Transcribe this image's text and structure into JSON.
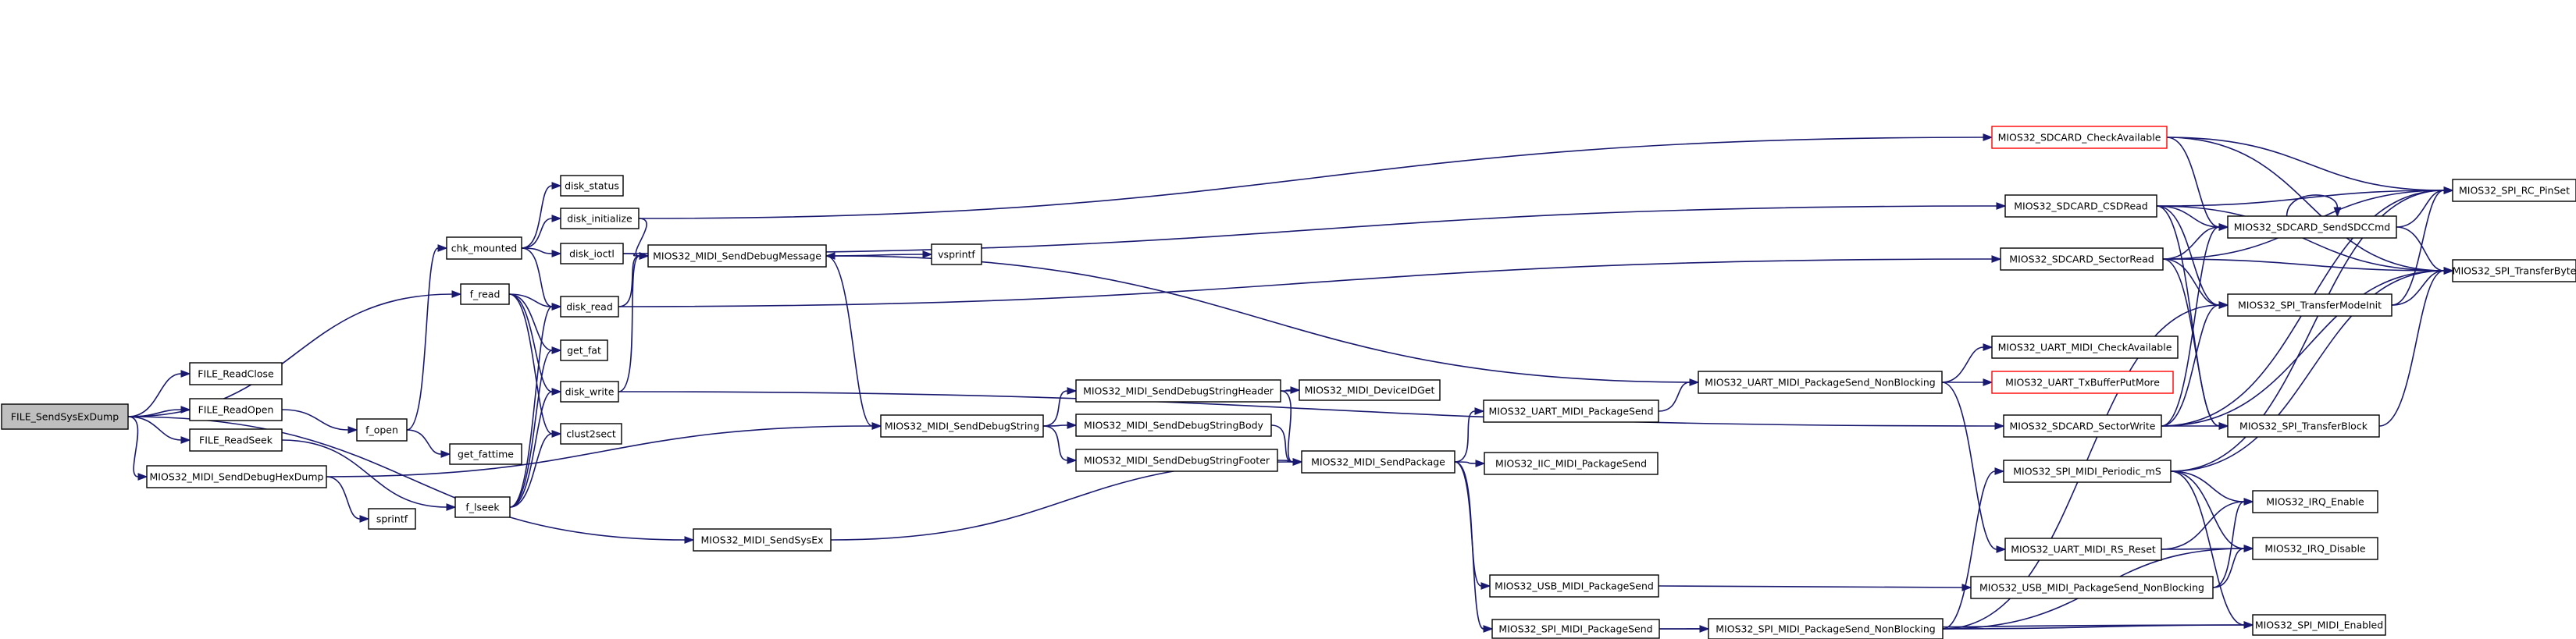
{
  "graph": {
    "root": "FILE_SendSysExDump",
    "nodes": [
      {
        "id": "root",
        "label": "FILE_SendSysExDump"
      },
      {
        "id": "readclose",
        "label": "FILE_ReadClose"
      },
      {
        "id": "readopen",
        "label": "FILE_ReadOpen"
      },
      {
        "id": "readseek",
        "label": "FILE_ReadSeek"
      },
      {
        "id": "hexdump",
        "label": "MIOS32_MIDI_SendDebugHexDump"
      },
      {
        "id": "sprintf",
        "label": "sprintf"
      },
      {
        "id": "sendsysex",
        "label": "MIOS32_MIDI_SendSysEx"
      },
      {
        "id": "fopen",
        "label": "f_open"
      },
      {
        "id": "getfattime",
        "label": "get_fattime"
      },
      {
        "id": "flseek",
        "label": "f_lseek"
      },
      {
        "id": "chkmounted",
        "label": "chk_mounted"
      },
      {
        "id": "fread",
        "label": "f_read"
      },
      {
        "id": "diskstatus",
        "label": "disk_status"
      },
      {
        "id": "diskinit",
        "label": "disk_initialize"
      },
      {
        "id": "diskioctl",
        "label": "disk_ioctl"
      },
      {
        "id": "diskread",
        "label": "disk_read"
      },
      {
        "id": "getfat",
        "label": "get_fat"
      },
      {
        "id": "diskwrite",
        "label": "disk_write"
      },
      {
        "id": "clust2sect",
        "label": "clust2sect"
      },
      {
        "id": "debugmsg",
        "label": "MIOS32_MIDI_SendDebugMessage"
      },
      {
        "id": "vsprintf",
        "label": "vsprintf"
      },
      {
        "id": "debugstring",
        "label": "MIOS32_MIDI_SendDebugString"
      },
      {
        "id": "dbgheader",
        "label": "MIOS32_MIDI_SendDebugStringHeader"
      },
      {
        "id": "dbgbody",
        "label": "MIOS32_MIDI_SendDebugStringBody"
      },
      {
        "id": "dbgfooter",
        "label": "MIOS32_MIDI_SendDebugStringFooter"
      },
      {
        "id": "deviceid",
        "label": "MIOS32_MIDI_DeviceIDGet"
      },
      {
        "id": "sendpackage",
        "label": "MIOS32_MIDI_SendPackage"
      },
      {
        "id": "uartsend",
        "label": "MIOS32_UART_MIDI_PackageSend"
      },
      {
        "id": "iicsend",
        "label": "MIOS32_IIC_MIDI_PackageSend"
      },
      {
        "id": "usbsend",
        "label": "MIOS32_USB_MIDI_PackageSend"
      },
      {
        "id": "spisend",
        "label": "MIOS32_SPI_MIDI_PackageSend"
      },
      {
        "id": "uartnb",
        "label": "MIOS32_UART_MIDI_PackageSend_NonBlocking"
      },
      {
        "id": "uartcheck",
        "label": "MIOS32_UART_MIDI_CheckAvailable"
      },
      {
        "id": "uarttxbuf",
        "label": "MIOS32_UART_TxBufferPutMore",
        "red": true
      },
      {
        "id": "uartrs",
        "label": "MIOS32_UART_MIDI_RS_Reset"
      },
      {
        "id": "usbnb",
        "label": "MIOS32_USB_MIDI_PackageSend_NonBlocking"
      },
      {
        "id": "spinb",
        "label": "MIOS32_SPI_MIDI_PackageSend_NonBlocking"
      },
      {
        "id": "sdcheck",
        "label": "MIOS32_SDCARD_CheckAvailable",
        "red": true
      },
      {
        "id": "sdcsd",
        "label": "MIOS32_SDCARD_CSDRead"
      },
      {
        "id": "sdsectread",
        "label": "MIOS32_SDCARD_SectorRead"
      },
      {
        "id": "sdsectwrite",
        "label": "MIOS32_SDCARD_SectorWrite"
      },
      {
        "id": "spiperiodic",
        "label": "MIOS32_SPI_MIDI_Periodic_mS"
      },
      {
        "id": "sdsendcmd",
        "label": "MIOS32_SDCARD_SendSDCCmd"
      },
      {
        "id": "spimodeinit",
        "label": "MIOS32_SPI_TransferModeInit"
      },
      {
        "id": "spiblock",
        "label": "MIOS32_SPI_TransferBlock"
      },
      {
        "id": "rcpinset",
        "label": "MIOS32_SPI_RC_PinSet"
      },
      {
        "id": "transferbyte",
        "label": "MIOS32_SPI_TransferByte"
      },
      {
        "id": "irqenable",
        "label": "MIOS32_IRQ_Enable"
      },
      {
        "id": "irqdisable",
        "label": "MIOS32_IRQ_Disable"
      },
      {
        "id": "spienabled",
        "label": "MIOS32_SPI_MIDI_Enabled"
      }
    ]
  }
}
